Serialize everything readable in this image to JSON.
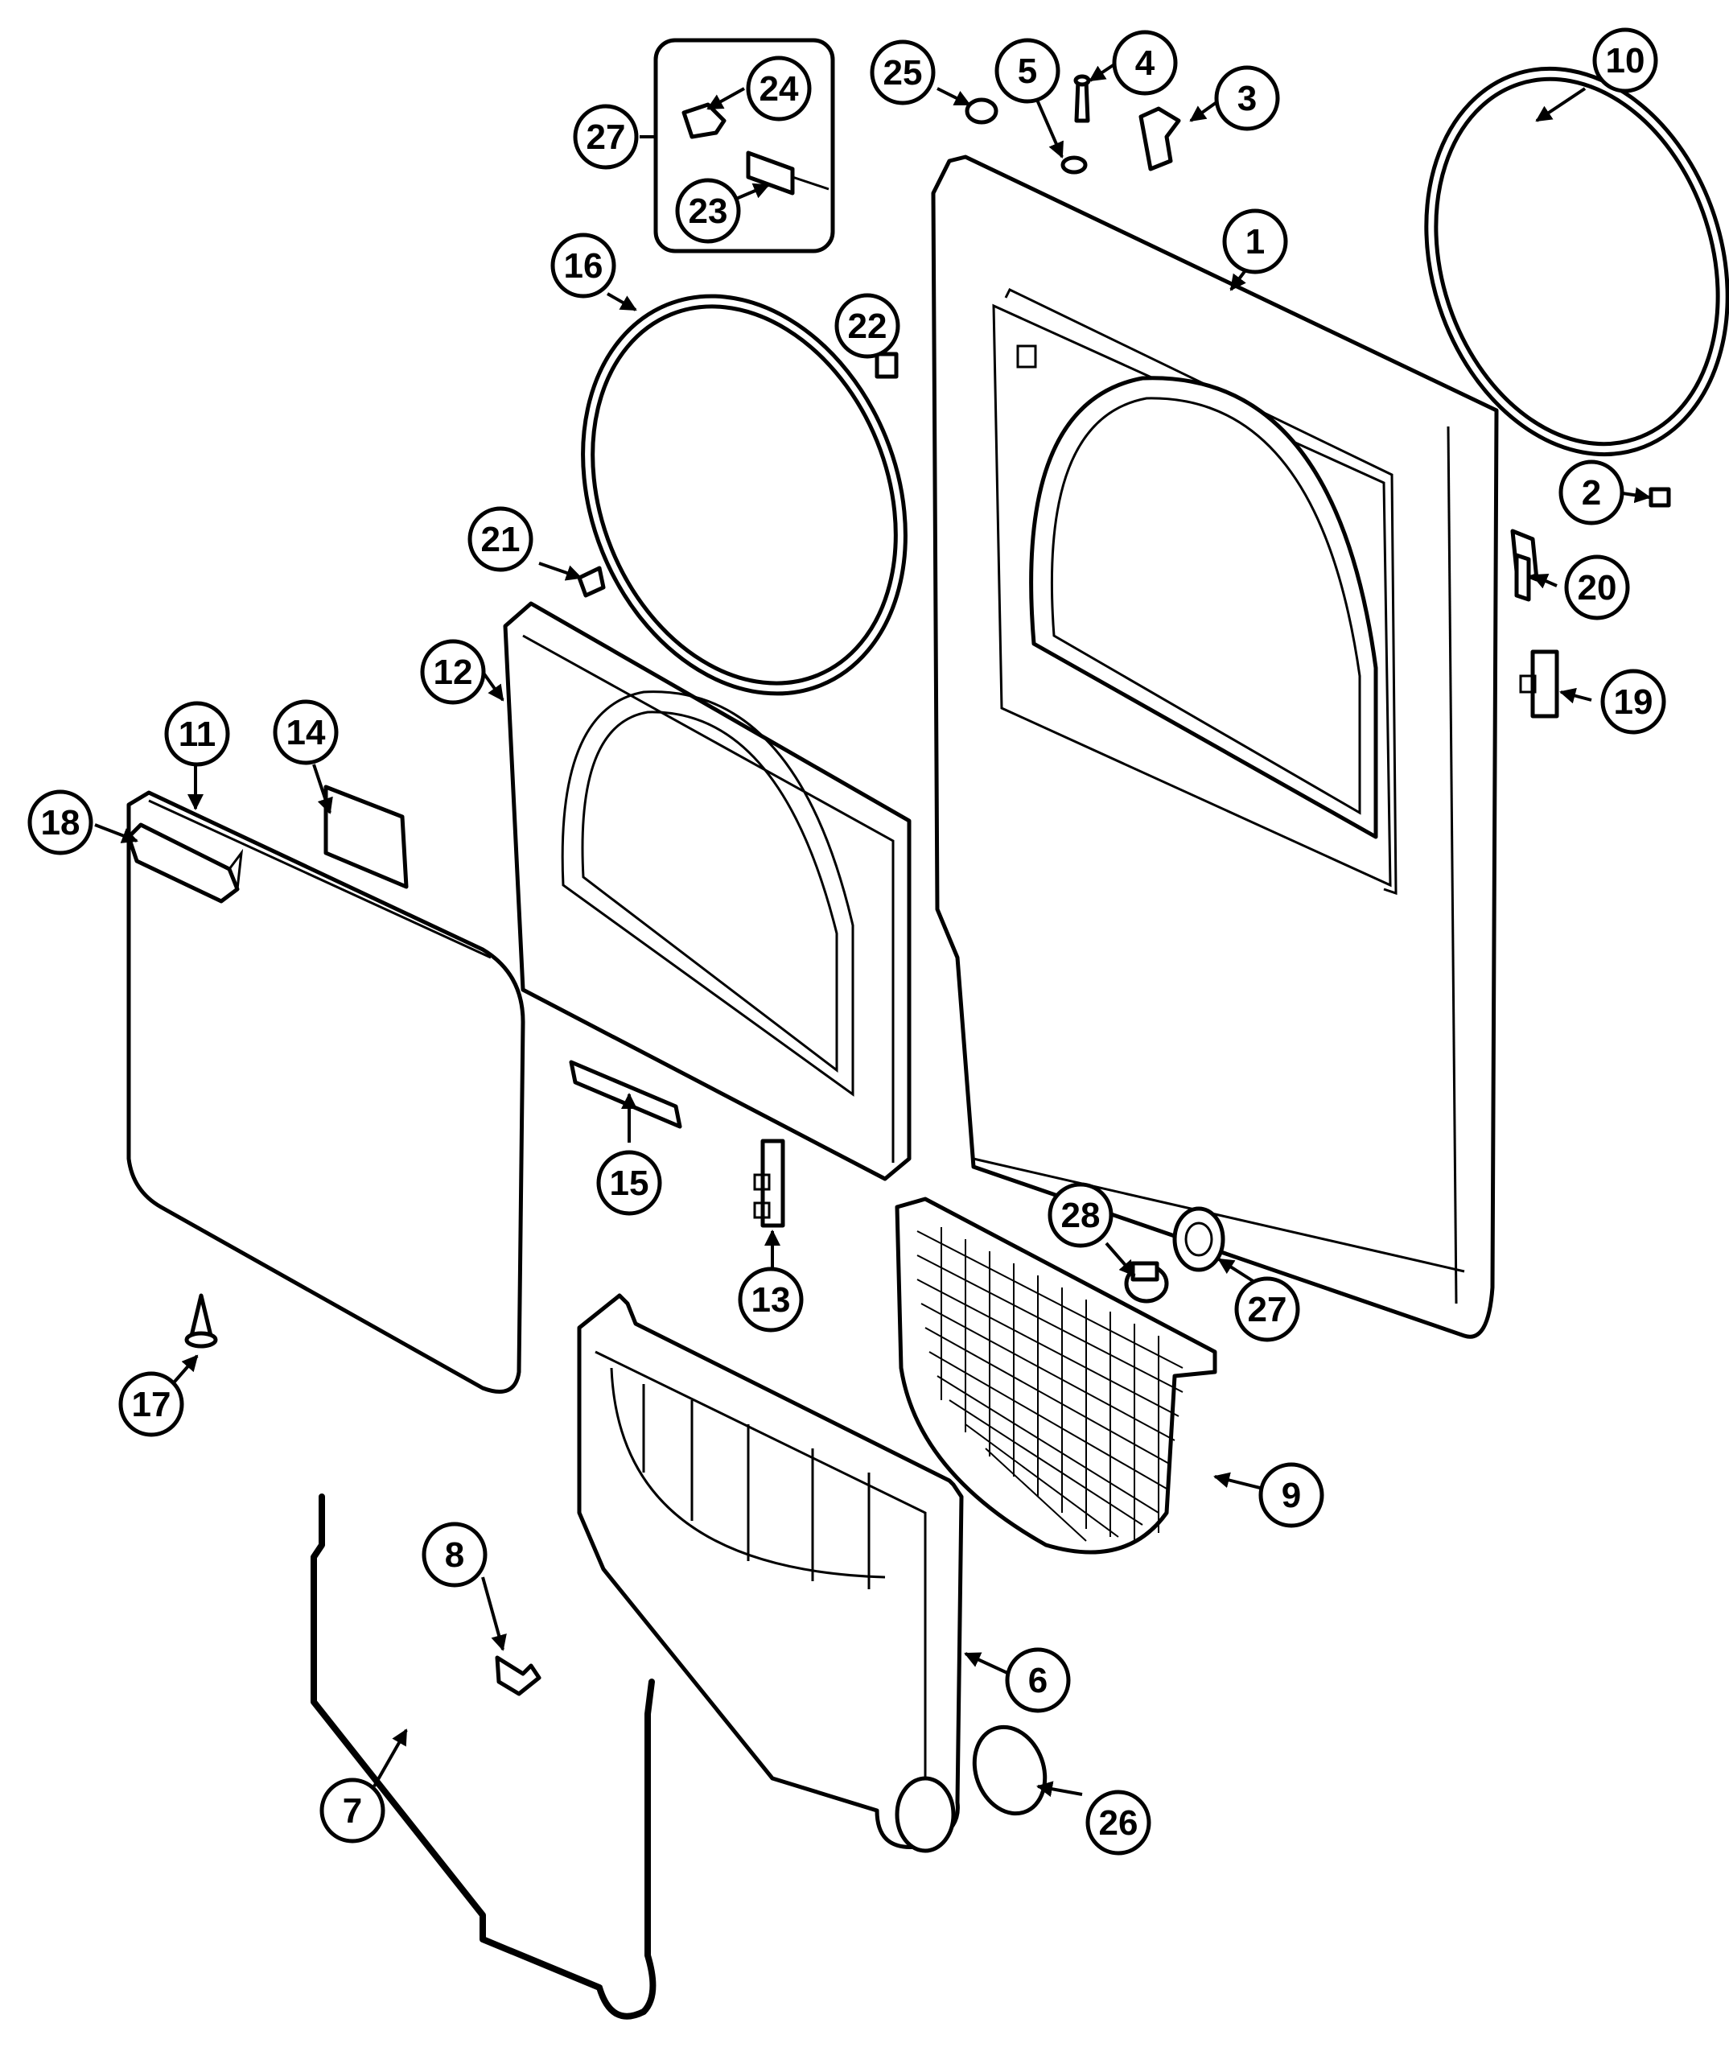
{
  "callouts": {
    "c1": "1",
    "c2": "2",
    "c3": "3",
    "c4": "4",
    "c5": "5",
    "c6": "6",
    "c7": "7",
    "c8": "8",
    "c9": "9",
    "c10": "10",
    "c11": "11",
    "c12": "12",
    "c13": "13",
    "c14": "14",
    "c15": "15",
    "c16": "16",
    "c17": "17",
    "c18": "18",
    "c19": "19",
    "c20": "20",
    "c21": "21",
    "c22": "22",
    "c23": "23",
    "c24": "24",
    "c25": "25",
    "c26": "26",
    "c27a": "27",
    "c27b": "27",
    "c28": "28"
  },
  "icons": {
    "arrow": "arrowhead",
    "callout": "numbered-circle"
  }
}
